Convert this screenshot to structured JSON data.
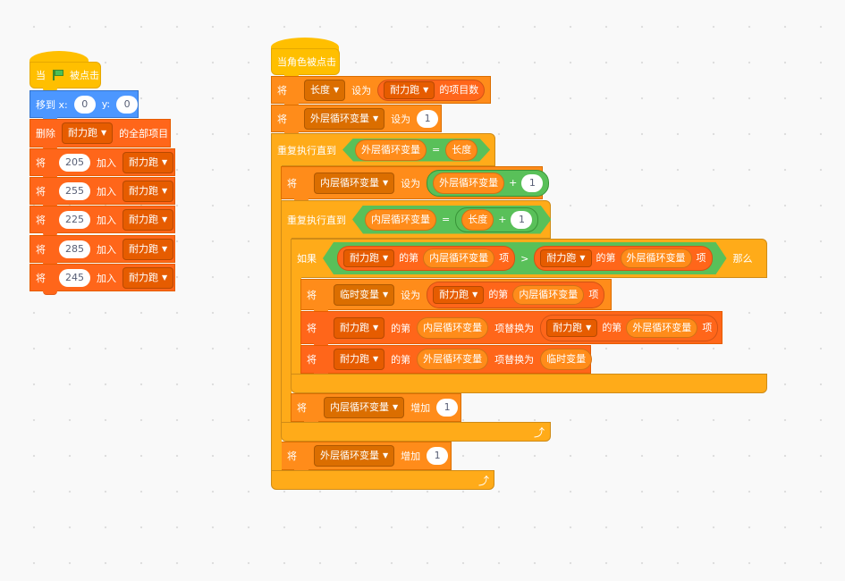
{
  "script1": {
    "hat": {
      "when": "当",
      "flag_icon": "green-flag-icon",
      "clicked": "被点击"
    },
    "goto": {
      "label": "移到 x:",
      "x": "0",
      "ylabel": "y:",
      "y": "0"
    },
    "delete_all": {
      "label": "删除",
      "list": "耐力跑",
      "suffix": "的全部项目"
    },
    "adds": [
      {
        "prefix": "将",
        "value": "205",
        "action": "加入",
        "list": "耐力跑"
      },
      {
        "prefix": "将",
        "value": "255",
        "action": "加入",
        "list": "耐力跑"
      },
      {
        "prefix": "将",
        "value": "225",
        "action": "加入",
        "list": "耐力跑"
      },
      {
        "prefix": "将",
        "value": "285",
        "action": "加入",
        "list": "耐力跑"
      },
      {
        "prefix": "将",
        "value": "245",
        "action": "加入",
        "list": "耐力跑"
      }
    ]
  },
  "script2": {
    "hat": "当角色被点击",
    "set_len": {
      "prefix": "将",
      "var": "长度",
      "set": "设为",
      "list": "耐力跑",
      "suffix": "的项目数"
    },
    "set_outer": {
      "prefix": "将",
      "var": "外层循环变量",
      "set": "设为",
      "value": "1"
    },
    "repeat_outer": {
      "label": "重复执行直到",
      "left": "外层循环变量",
      "op": "=",
      "right": "长度"
    },
    "set_inner": {
      "prefix": "将",
      "var": "内层循环变量",
      "set": "设为",
      "left": "外层循环变量",
      "op": "+",
      "right": "1"
    },
    "repeat_inner": {
      "label": "重复执行直到",
      "left": "内层循环变量",
      "op": "=",
      "right_var": "长度",
      "op2": "+",
      "right_num": "1"
    },
    "if": {
      "label": "如果",
      "list1": "耐力跑",
      "of1": "的第",
      "idx1": "内层循环变量",
      "item1": "项",
      "op": ">",
      "list2": "耐力跑",
      "of2": "的第",
      "idx2": "外层循环变量",
      "item2": "项",
      "then": "那么"
    },
    "set_temp": {
      "prefix": "将",
      "var": "临时变量",
      "set": "设为",
      "list": "耐力跑",
      "of": "的第",
      "idx": "内层循环变量",
      "item": "项"
    },
    "replace1": {
      "prefix": "将",
      "list": "耐力跑",
      "of": "的第",
      "idx": "内层循环变量",
      "replace": "项替换为",
      "list2": "耐力跑",
      "of2": "的第",
      "idx2": "外层循环变量",
      "item": "项"
    },
    "replace2": {
      "prefix": "将",
      "list": "耐力跑",
      "of": "的第",
      "idx": "外层循环变量",
      "replace": "项替换为",
      "value": "临时变量"
    },
    "change_inner": {
      "prefix": "将",
      "var": "内层循环变量",
      "change": "增加",
      "value": "1"
    },
    "change_outer": {
      "prefix": "将",
      "var": "外层循环变量",
      "change": "增加",
      "value": "1"
    },
    "loop_icon": "loop-arrow-icon"
  }
}
